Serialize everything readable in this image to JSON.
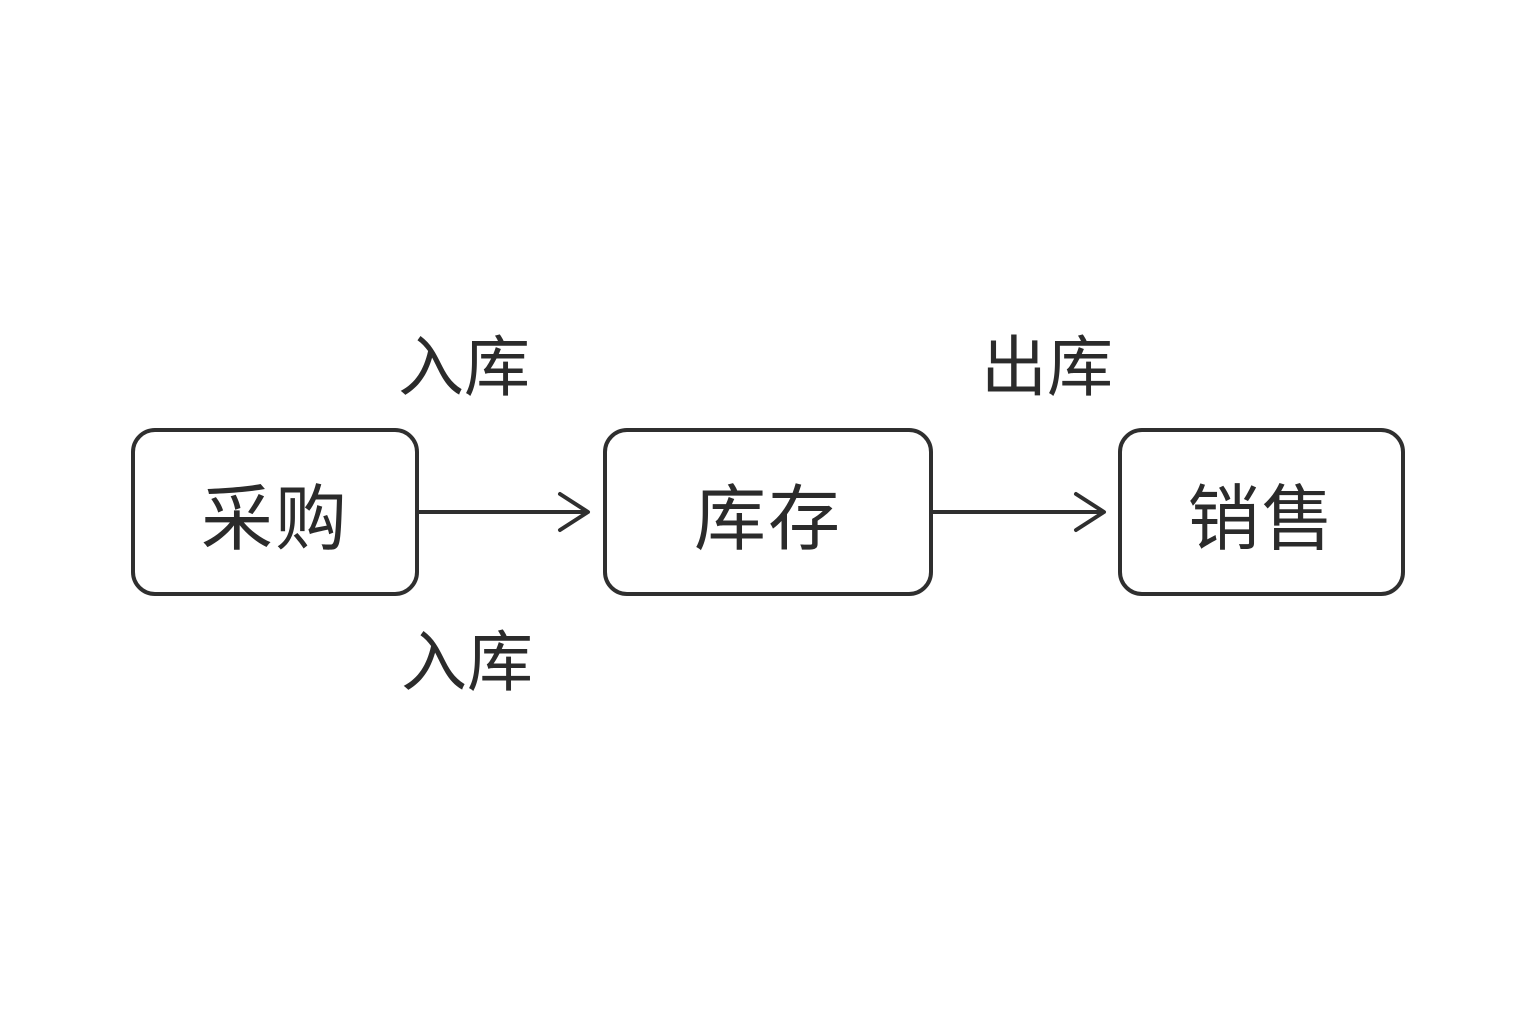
{
  "nodes": {
    "purchase": "采购",
    "inventory": "库存",
    "sales": "销售"
  },
  "edges": {
    "purchase_to_inventory_top": "入库",
    "purchase_to_inventory_bottom": "入库",
    "inventory_to_sales": "出库"
  },
  "colors": {
    "stroke": "#2f2f2f",
    "text": "#2b2b2b",
    "background": "#ffffff"
  }
}
